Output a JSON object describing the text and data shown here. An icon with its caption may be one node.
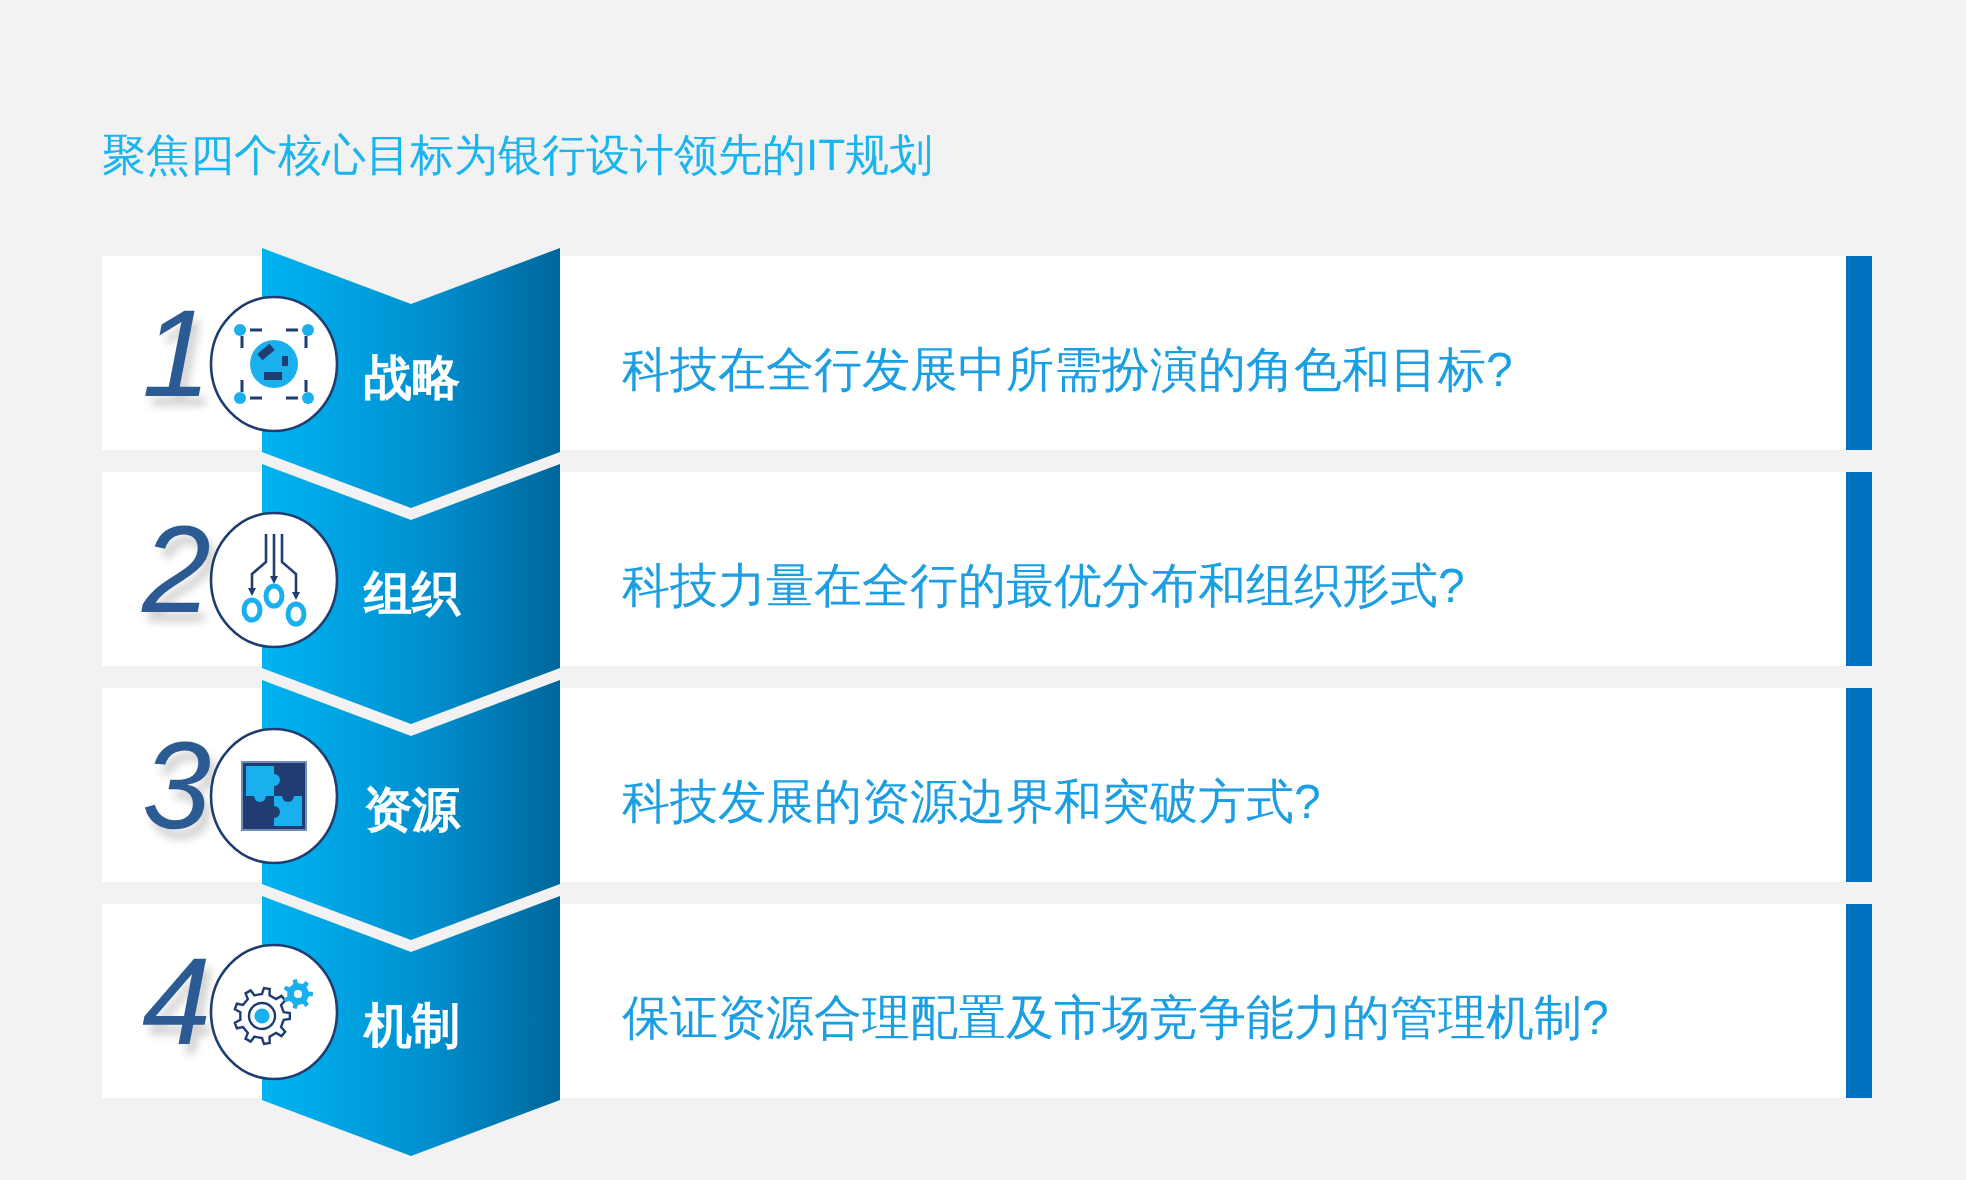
{
  "diagram": {
    "title": "聚焦四个核心目标为银行设计领先的IT规划",
    "nodes": [
      {
        "text": [
          "1"
        ]
      },
      {
        "text": [
          "战略"
        ]
      },
      {
        "text": [
          "科技在全行发展中所需扮演的角色和目标?"
        ]
      },
      {
        "text": [
          "2"
        ]
      },
      {
        "text": [
          "组织"
        ]
      },
      {
        "text": [
          "科技力量在全行的最优分布和组织形式?"
        ]
      },
      {
        "text": [
          "3"
        ]
      },
      {
        "text": [
          "资源"
        ]
      },
      {
        "text": [
          "科技发展的资源边界和突破方式?"
        ]
      },
      {
        "text": [
          "4"
        ]
      },
      {
        "text": [
          "机制"
        ]
      },
      {
        "text": [
          "保证资源合理配置及市场竞争能力的管理机制?"
        ]
      }
    ]
  }
}
